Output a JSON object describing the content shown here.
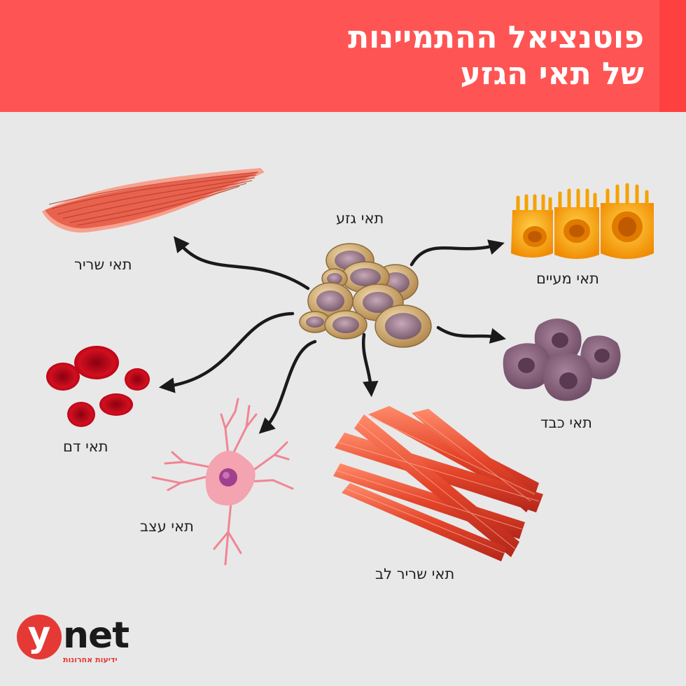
{
  "title": {
    "line1": "פוטנציאל ההתמיינות",
    "line2": "של תאי הגזע"
  },
  "labels": {
    "stem": "תאי גזע",
    "muscle": "תאי שריר",
    "intestine": "תאי מעיים",
    "blood": "תאי דם",
    "liver": "תאי כבד",
    "nerve": "תאי עצב",
    "heart": "תאי שריר לב"
  },
  "logo": {
    "mark": "y",
    "word": "net",
    "tagline": "ידיעות אחרונות"
  },
  "colors": {
    "header": "#ff5454",
    "background": "#e8e8e8",
    "logo_red": "#e53935",
    "arrow": "#1a1a1a"
  }
}
